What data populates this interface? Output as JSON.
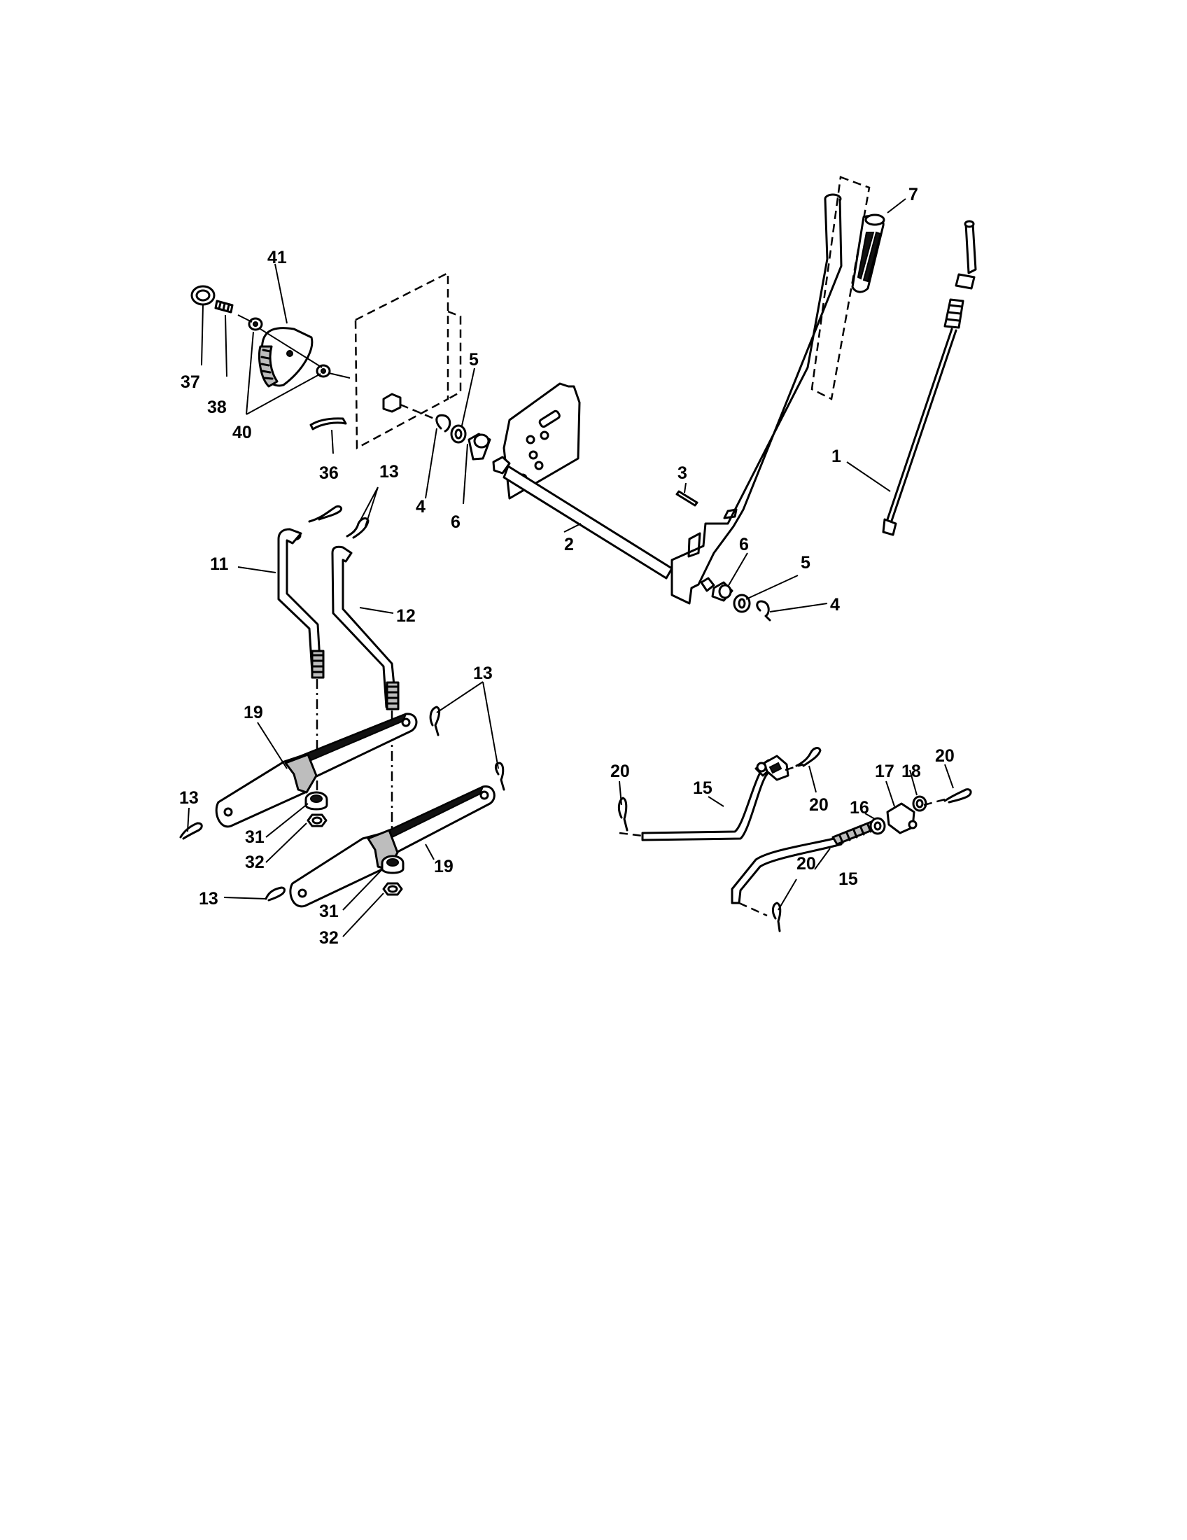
{
  "callouts": {
    "c1": "1",
    "c2": "2",
    "c3": "3",
    "c4a": "4",
    "c4b": "4",
    "c5a": "5",
    "c5b": "5",
    "c6a": "6",
    "c6b": "6",
    "c7": "7",
    "c11": "11",
    "c12": "12",
    "c13a": "13",
    "c13b": "13",
    "c13c": "13",
    "c13d": "13",
    "c15a": "15",
    "c15b": "15",
    "c16": "16",
    "c17": "17",
    "c18": "18",
    "c19a": "19",
    "c19b": "19",
    "c20a": "20",
    "c20b": "20",
    "c20c": "20",
    "c20d": "20",
    "c31a": "31",
    "c31b": "31",
    "c32a": "32",
    "c32b": "32",
    "c36": "36",
    "c37": "37",
    "c38": "38",
    "c40": "40",
    "c41": "41"
  }
}
